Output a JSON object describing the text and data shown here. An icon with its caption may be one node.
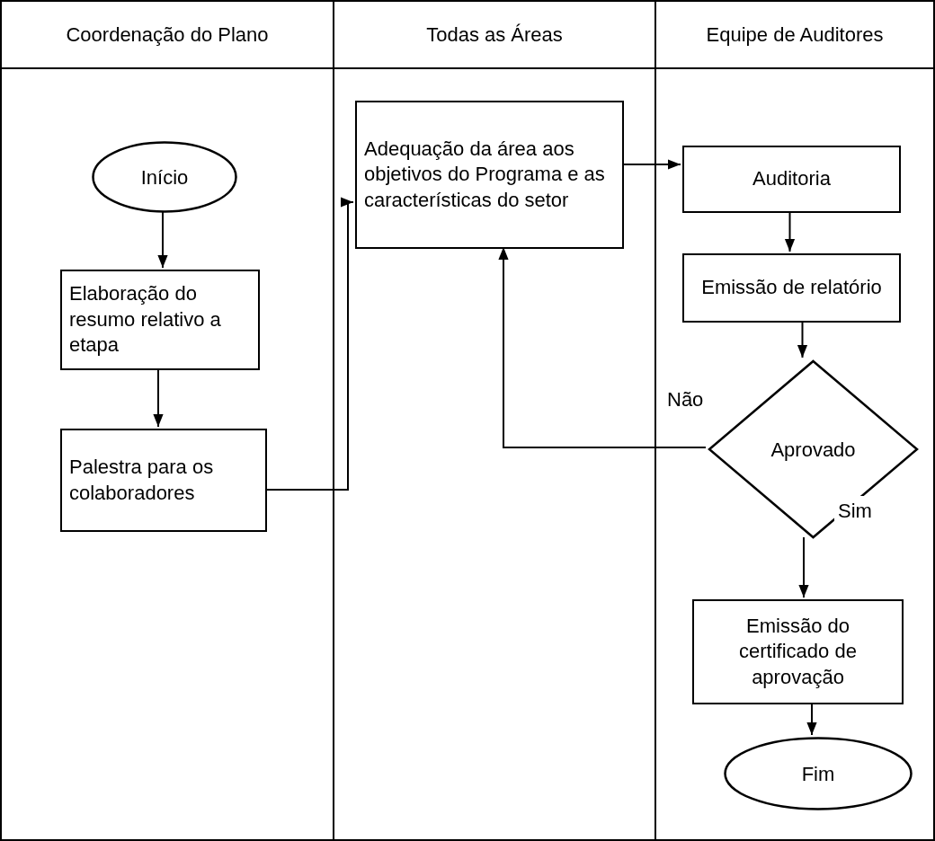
{
  "diagram": {
    "nodes": [
      {
        "text": [
          "Coordenação do Plano"
        ]
      },
      {
        "text": [
          "Todas as Áreas"
        ]
      },
      {
        "text": [
          "Equipe de Auditores"
        ]
      },
      {
        "text": [
          "Início"
        ],
        "in": 0
      },
      {
        "text": [
          "Elaboração do resumo relativo a etapa"
        ],
        "in": 0
      },
      {
        "text": [
          "Palestra para os colaboradores"
        ],
        "in": 0
      },
      {
        "text": [
          "Adequação da área aos objetivos do Programa e as características do setor"
        ],
        "in": 1
      },
      {
        "text": [
          "Auditoria"
        ],
        "in": 2
      },
      {
        "text": [
          "Emissão de relatório"
        ],
        "in": 2
      },
      {
        "text": [
          "Aprovado"
        ],
        "in": 2
      },
      {
        "text": [
          "Emissão do certificado de aprovação"
        ],
        "in": 2
      },
      {
        "text": [
          "Fim"
        ],
        "in": 2
      }
    ],
    "edges": [
      {
        "from": 3,
        "to": 4,
        "arrow": "to"
      },
      {
        "from": 4,
        "to": 5,
        "arrow": "to"
      },
      {
        "from": 5,
        "to": 6,
        "arrow": "to"
      },
      {
        "from": 6,
        "to": 7,
        "arrow": "to"
      },
      {
        "from": 7,
        "to": 8,
        "arrow": "to"
      },
      {
        "from": 8,
        "to": 9,
        "arrow": "to"
      },
      {
        "from": 9,
        "to": 6,
        "arrow": "to",
        "label": "Não"
      },
      {
        "from": 9,
        "to": 10,
        "arrow": "to",
        "label": "Sim"
      },
      {
        "from": 10,
        "to": 11,
        "arrow": "to"
      }
    ]
  }
}
